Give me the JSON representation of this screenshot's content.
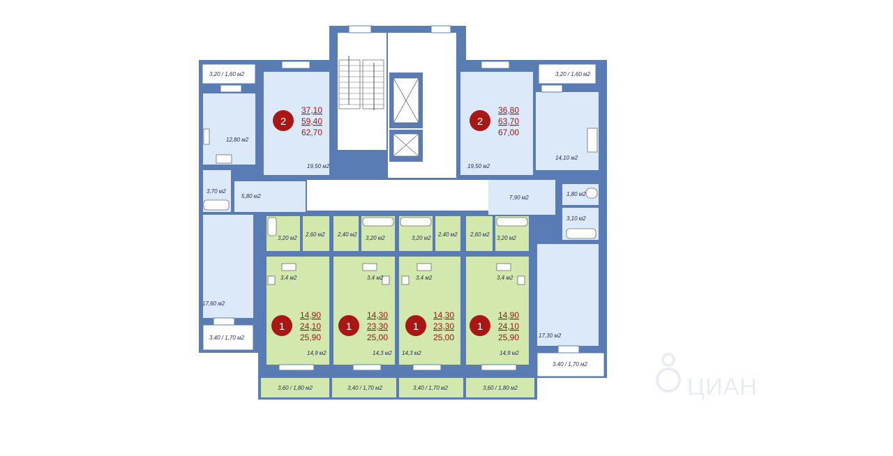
{
  "colors": {
    "wall": "#5a7cb4",
    "room_blue": "#dce9f8",
    "room_green": "#d3e8ad",
    "badge": "#a81616",
    "area_text": "#a01818",
    "label_text": "#1d2a55"
  },
  "apartments": [
    {
      "id": "left-2room",
      "rooms": "2",
      "areas": [
        "37,10",
        "59,40",
        "62,70"
      ]
    },
    {
      "id": "right-2room",
      "rooms": "2",
      "areas": [
        "36,80",
        "63,70",
        "67,00"
      ]
    },
    {
      "id": "studio-1",
      "rooms": "1",
      "areas": [
        "14,90",
        "24,10",
        "25,90"
      ]
    },
    {
      "id": "studio-2",
      "rooms": "1",
      "areas": [
        "14,30",
        "23,30",
        "25,00"
      ]
    },
    {
      "id": "studio-3",
      "rooms": "1",
      "areas": [
        "14,30",
        "23,30",
        "25,00"
      ]
    },
    {
      "id": "studio-4",
      "rooms": "1",
      "areas": [
        "14,90",
        "24,10",
        "25,90"
      ]
    }
  ],
  "labels": {
    "l_balcony_top": "3,20 / 1,60 м2",
    "l_kitchen": "12,80 м2",
    "l_room_a": "19,50 м2",
    "l_bath": "3,70 м2",
    "l_hall": "5,80 м2",
    "l_room_b": "17,60 м2",
    "l_balcony_bottom": "3,40 / 1,70 м2",
    "r_balcony_top": "3,20 / 1,60 м2",
    "r_room_a": "19,50 м2",
    "r_kitchen": "14,10 м2",
    "r_hall": "7,90 м2",
    "r_wc": "1,80 м2",
    "r_bath": "3,10 м2",
    "r_room_b": "17,30 м2",
    "r_balcony_bottom": "3,40 / 1,70 м2",
    "s1_bath": "3,20 м2",
    "s1_hall": "2,60 м2",
    "s1_kitchen": "3,4 м2",
    "s1_room": "14,9 м2",
    "s1_balcony": "3,60 / 1,80 м2",
    "s2_hall": "2,40 м2",
    "s2_bath": "3,20 м2",
    "s2_kitchen": "3,4 м2",
    "s2_room": "14,3 м2",
    "s2_balcony": "3,40 / 1,70 м2",
    "s3_bath": "3,20 м2",
    "s3_hall": "2,40 м2",
    "s3_kitchen": "3,4 м2",
    "s3_room": "14,3 м2",
    "s3_balcony": "3,40 / 1,70 м2",
    "s4_hall": "2,60 м2",
    "s4_bath": "3,20 м2",
    "s4_kitchen": "3,4 м2",
    "s4_room": "14,9 м2",
    "s4_balcony": "3,60 / 1,80 м2"
  },
  "watermark": "ЦИАН"
}
